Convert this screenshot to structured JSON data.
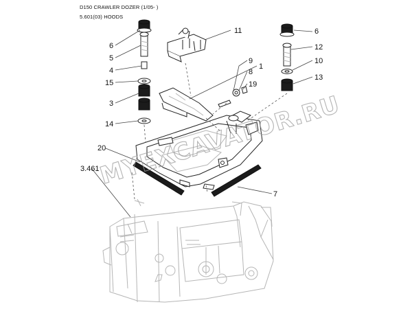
{
  "header": {
    "title": "D150 CRAWLER DOZER (1/05- )",
    "subtitle": "5.601(03) HOODS"
  },
  "watermark": "MYEXCAVATOR.RU",
  "callouts": {
    "c1": "1",
    "c3": "3",
    "c4": "4",
    "c5": "5",
    "c6_left": "6",
    "c6_right": "6",
    "c7": "7",
    "c8": "8",
    "c9": "9",
    "c10": "10",
    "c11": "11",
    "c12": "12",
    "c13": "13",
    "c14": "14",
    "c15": "15",
    "c19": "19",
    "c20": "20",
    "ref": "3.461"
  }
}
